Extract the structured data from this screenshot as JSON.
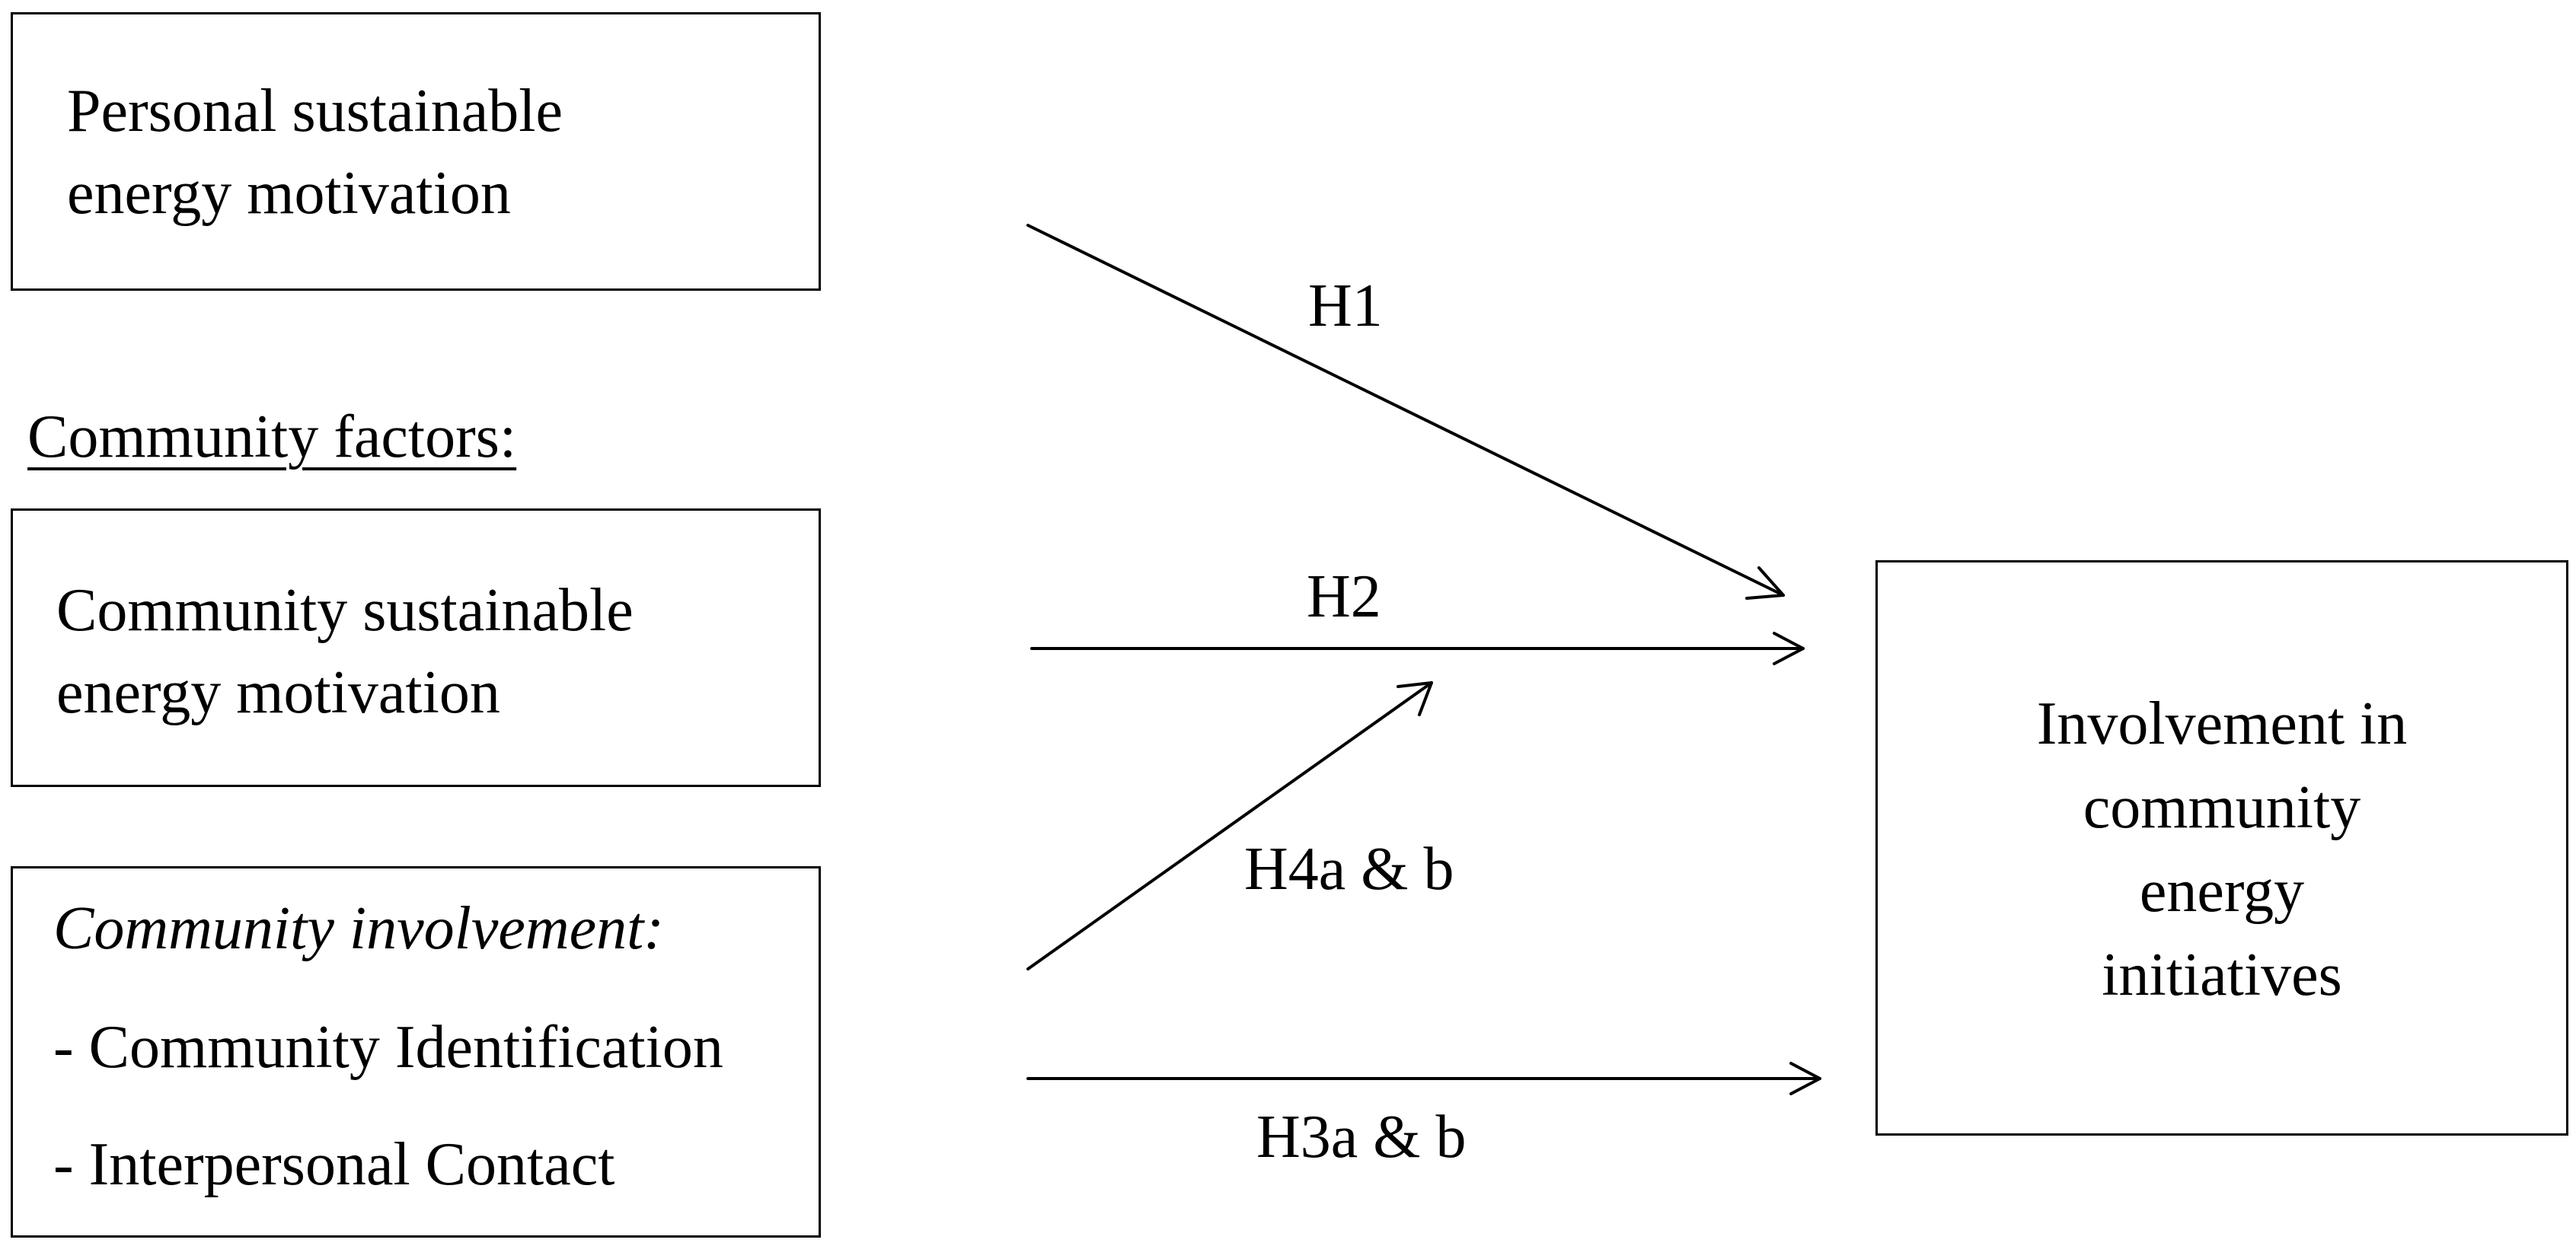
{
  "nodes": {
    "personal_motivation": {
      "lines": [
        "Personal sustainable",
        "energy motivation"
      ]
    },
    "community_factors_heading": "Community factors:",
    "community_motivation": {
      "lines": [
        "Community sustainable",
        "energy motivation"
      ]
    },
    "community_involvement": {
      "heading": "Community involvement:",
      "items": [
        "- Community Identification",
        "- Interpersonal Contact"
      ]
    },
    "outcome": {
      "lines": [
        "Involvement in",
        "community",
        "energy",
        "initiatives"
      ]
    }
  },
  "edges": [
    {
      "from": "personal_motivation",
      "to": "outcome",
      "label": "H1"
    },
    {
      "from": "community_motivation",
      "to": "outcome",
      "label": "H2"
    },
    {
      "from": "community_involvement",
      "to": "outcome",
      "label": "H3a & b"
    },
    {
      "from": "community_involvement",
      "to": "H2 path",
      "label": "H4a & b"
    }
  ],
  "colors": {
    "stroke": "#000000",
    "background": "#ffffff"
  }
}
